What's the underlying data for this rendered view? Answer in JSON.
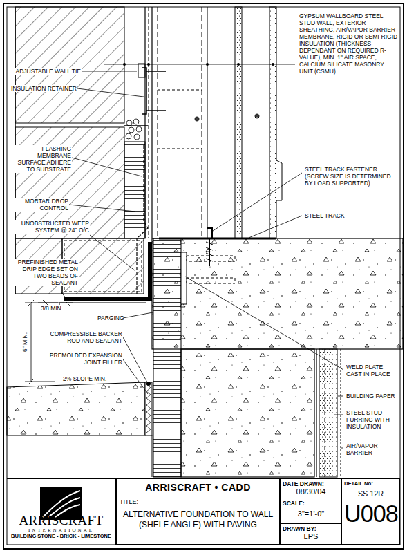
{
  "diagram": {
    "nodes": [
      {
        "text": [
          "ARRISCRAFT",
          "INTERNATIONAL",
          "BUILDING STONE • BRICK • LIMESTONE"
        ]
      },
      {
        "text": [
          "ARRISCRAFT • CADD"
        ]
      },
      {
        "text": [
          "TITLE:",
          "ALTERNATIVE FOUNDATION TO WALL (SHELF ANGLE) WITH PAVING"
        ]
      },
      {
        "text": [
          "DATE DRAWN:",
          "08/30/04"
        ]
      },
      {
        "text": [
          "SCALE:",
          "3\"=1'-0\""
        ]
      },
      {
        "text": [
          "DRAWN BY:",
          "LPS"
        ]
      },
      {
        "text": [
          "DETAIL No:",
          "SS 12R",
          "U008"
        ]
      }
    ],
    "labels": [
      "GYPSUM WALLBOARD STEEL STUD WALL, EXTERIOR SHEATHING, AIR/VAPOR BARRIER MEMBRANE, RIGID OR SEMI-RIGID INSULATION (THICKNESS DEPENDANT ON REQUIRED R-VALUE), MIN. 1\" AIR SPACE, CALCIUM SILICATE MASONRY UNIT (CSMU).",
      "ADJUSTABLE WALL TIE",
      "INSULATION RETAINER",
      "FLASHING MEMBRANE SURFACE ADHERE TO SUBSTRATE",
      "MORTAR DROP CONTROL",
      "UNOBSTRUCTED WEEP SYSTEM @ 24\" O/C",
      "PREFINISHED METAL DRIP EDGE SET ON TWO BEADS OF SEALANT",
      "3/8 MIN.",
      "6\" MIN.",
      "PARGING",
      "COMPRESSIBLE BACKER ROD AND SEALANT",
      "PREMOLDED EXPANSION JOINT FILLER",
      "2% SLOPE MIN.",
      "STEEL TRACK FASTENER (SCREW SIZE IS DETERMINED BY LOAD SUPPORTED)",
      "STEEL TRACK",
      "WELD PLATE CAST IN PLACE",
      "BUILDING PAPER",
      "STEEL STUD FURRING WITH INSULATION",
      "AIR/VAPOR BARRIER"
    ]
  }
}
